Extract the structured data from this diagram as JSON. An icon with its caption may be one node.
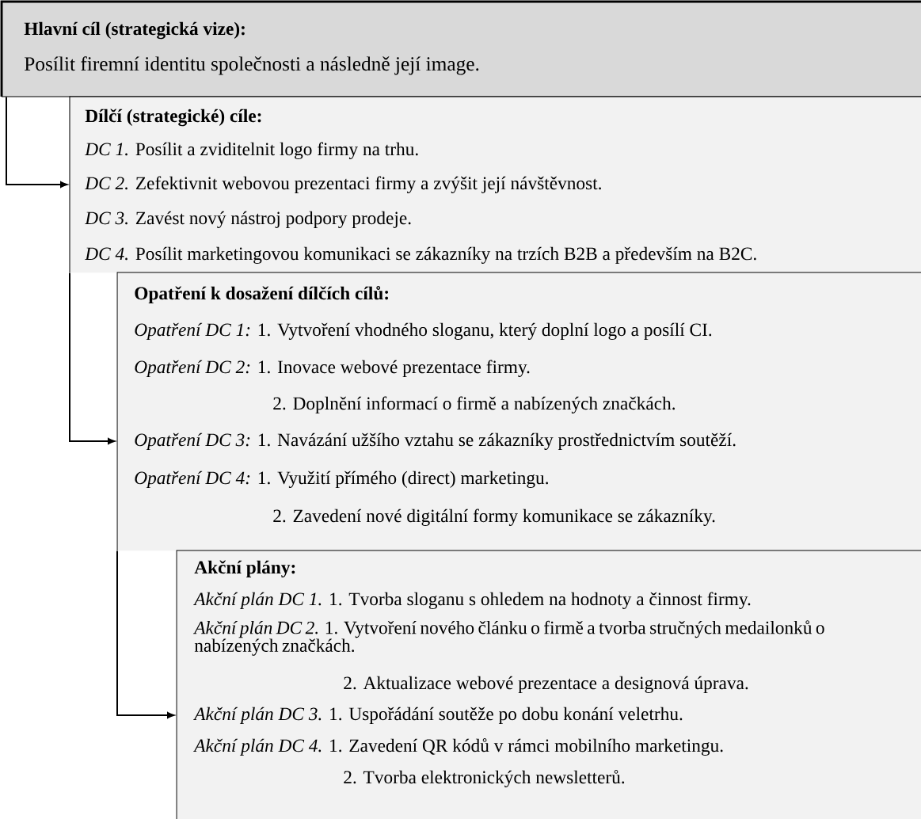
{
  "diagram": {
    "nodes": [
      {
        "text": [
          "Hlavní cíl (strategická vize):",
          "Posílit firemní identitu společnosti a následně její image."
        ]
      },
      {
        "text": [
          "Dílčí (strategické) cíle:",
          "*DC 1.* Posílit a zviditelnit logo firmy na trhu.",
          "*DC 2.* Zefektivnit webovou prezentaci firmy a zvýšit její návštěvnost.",
          "*DC 3.* Zavést nový nástroj podpory prodeje.",
          "*DC 4.* Posílit marketingovou komunikaci se zákazníky na trzích B2B a především na B2C."
        ]
      },
      {
        "text": [
          "Opatření k dosažení dílčích cílů:",
          "*Opatření DC 1:* 1. Vytvoření vhodného sloganu, který doplní logo a posílí CI.",
          "*Opatření DC 2:* 1. Inovace webové prezentace firmy.",
          "2. Doplnění informací o firmě a nabízených značkách.",
          "*Opatření DC 3:* 1. Navázání užšího vztahu se zákazníky prostřednictvím soutěží.",
          "*Opatření DC 4:* 1. Využití přímého (direct) marketingu.",
          "2. Zavedení nové digitální formy komunikace se zákazníky."
        ]
      },
      {
        "text": [
          "Akční plány:",
          "*Akční plán DC 1.* 1. Tvorba sloganu s ohledem na hodnoty a činnost firmy.",
          "*Akční plán DC 2.* 1. Vytvoření nového článku o firmě a tvorba stručných medailonků o nabízených značkách.",
          "2. Aktualizace webové prezentace a designová úprava.",
          "*Akční plán DC 3.* 1. Uspořádání soutěže po dobu konání veletrhu.",
          "*Akční plán DC 4.* 1. Zavedení QR kódů v rámci mobilního marketingu.",
          "2. Tvorba elektronických newsletterů."
        ]
      }
    ],
    "edges": [
      {
        "from": 0,
        "to": 1,
        "arrow": "to"
      },
      {
        "from": 1,
        "to": 2,
        "arrow": "to"
      },
      {
        "from": 2,
        "to": 3,
        "arrow": "to"
      }
    ]
  }
}
